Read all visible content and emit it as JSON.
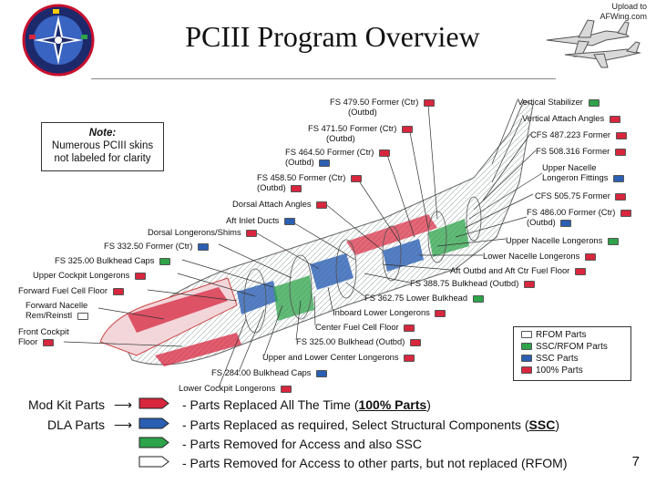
{
  "header": {
    "title": "PCIII Program Overview",
    "upload_line1": "Upload to",
    "upload_line2": "AFWing.com"
  },
  "note": {
    "heading": "Note",
    "line1": "Numerous PCIII skins",
    "line2": "not labeled for clarity"
  },
  "colors": {
    "red": "#d7263d",
    "green": "#2ea34a",
    "blue": "#2b5fb3",
    "white": "#ffffff"
  },
  "callouts": [
    {
      "text": "FS 479.50 Former (Ctr)",
      "text2": "(Outbd)",
      "tag": "red"
    },
    {
      "text": "FS 471.50 Former (Ctr)",
      "text2": "(Outbd)",
      "tag": "red"
    },
    {
      "text": "FS 464.50 Former (Ctr)",
      "text2": "(Outbd)",
      "tag": "blue"
    },
    {
      "text": "FS 458.50 Former (Ctr)",
      "text2": "(Outbd)",
      "tag": "red"
    },
    {
      "text": "Dorsal Attach Angles",
      "tag": "red"
    },
    {
      "text": "Aft Inlet Ducts",
      "tag": "blue"
    },
    {
      "text": "Dorsal Longerons/Shims",
      "tag": "red"
    },
    {
      "text": "FS 332.50 Former (Ctr)",
      "tag": "blue"
    },
    {
      "text": "FS 325.00 Bulkhead Caps",
      "tag": "green"
    },
    {
      "text": "Upper Cockpit Longerons",
      "tag": "red"
    },
    {
      "text": "Forward Fuel Cell Floor",
      "tag": "red"
    },
    {
      "text": "Forward Nacelle",
      "text2": "Rem/Reinstl",
      "tag": "white"
    },
    {
      "text": "Front Cockpit",
      "text2": "Floor",
      "tag": "red"
    },
    {
      "text": "Vertical Stabilizer",
      "tag": "green"
    },
    {
      "text": "Vertical Attach Angles",
      "tag": "red"
    },
    {
      "text": "CFS 487.223 Former",
      "tag": "red"
    },
    {
      "text": "FS 508.316 Former",
      "tag": "red"
    },
    {
      "text": "Upper Nacelle",
      "text2": "Longeron Fittings",
      "tag": "blue"
    },
    {
      "text": "CFS 505.75 Former",
      "tag": "red"
    },
    {
      "text": "FS 486.00 Former (Ctr)",
      "text2": "(Outbd)",
      "tag": "red"
    },
    {
      "text": "Upper Nacelle Longerons",
      "tag": "green"
    },
    {
      "text": "Lower Nacelle Longerons",
      "tag": "red"
    },
    {
      "text": "Aft Outbd and Aft Ctr Fuel Floor",
      "tag": "red"
    },
    {
      "text": "FS 388.75 Bulkhead (Outbd)",
      "tag": "red"
    },
    {
      "text": "FS 362.75 Lower Bulkhead",
      "tag": "green"
    },
    {
      "text": "Inboard Lower Longerons",
      "tag": "red"
    },
    {
      "text": "Center Fuel Cell Floor",
      "tag": "red"
    },
    {
      "text": "FS 325.00 Bulkhead (Outbd)",
      "tag": "red"
    },
    {
      "text": "Upper and Lower Center Longerons",
      "tag": "red"
    },
    {
      "text": "FS 284.00 Bulkhead Caps",
      "tag": "blue"
    },
    {
      "text": "Lower Cockpit Longerons",
      "tag": "red"
    }
  ],
  "legend": [
    {
      "label": "RFOM Parts",
      "tag": "white"
    },
    {
      "label": "SSC/RFOM Parts",
      "tag": "green"
    },
    {
      "label": "SSC Parts",
      "tag": "blue"
    },
    {
      "label": "100% Parts",
      "tag": "red"
    }
  ],
  "bottom_legend": [
    {
      "left_label": "Mod Kit Parts",
      "color": "red",
      "pre": "-  Parts Replaced All The Time (",
      "em": "100% Parts",
      "post": ")"
    },
    {
      "left_label": "DLA Parts",
      "color": "blue",
      "pre": "-  Parts Replaced as required, Select Structural Components (",
      "em": "SSC",
      "post": ")"
    },
    {
      "left_label": "",
      "color": "green",
      "pre": "-  Parts Removed for Access and also SSC",
      "em": "",
      "post": ""
    },
    {
      "left_label": "",
      "color": "white",
      "pre": "-  Parts Removed for Access to other parts, but not replaced (RFOM)",
      "em": "",
      "post": ""
    }
  ],
  "page_number": "7"
}
